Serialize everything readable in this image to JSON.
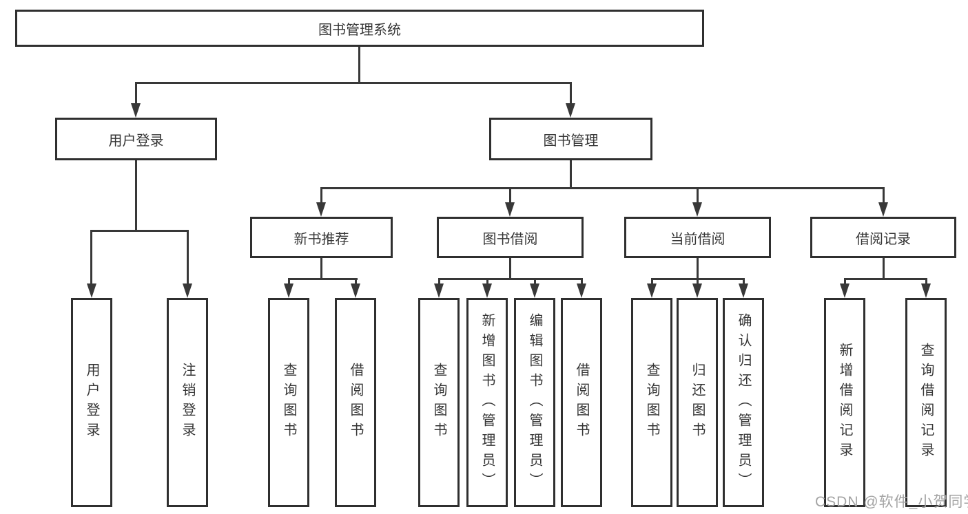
{
  "diagram": {
    "root": {
      "label": "图书管理系统"
    },
    "level2": [
      {
        "label": "用户登录"
      },
      {
        "label": "图书管理"
      }
    ],
    "level3": [
      {
        "label": "新书推荐"
      },
      {
        "label": "图书借阅"
      },
      {
        "label": "当前借阅"
      },
      {
        "label": "借阅记录"
      }
    ],
    "leaves": [
      {
        "label": "用户登录"
      },
      {
        "label": "注销登录"
      },
      {
        "label": "查询图书"
      },
      {
        "label": "借阅图书"
      },
      {
        "label": "查询图书"
      },
      {
        "label": "新增图书（管理员）"
      },
      {
        "label": "编辑图书（管理员）"
      },
      {
        "label": "借阅图书"
      },
      {
        "label": "查询图书"
      },
      {
        "label": "归还图书"
      },
      {
        "label": "确认归还（管理员）"
      },
      {
        "label": "新增借阅记录"
      },
      {
        "label": "查询借阅记录"
      }
    ]
  },
  "watermark": {
    "text": "CSDN @软件_小贺同学"
  },
  "colors": {
    "line": "#383838",
    "box_border": "#2f2f2f",
    "background": "#ffffff",
    "watermark": "#a3a3a3"
  }
}
